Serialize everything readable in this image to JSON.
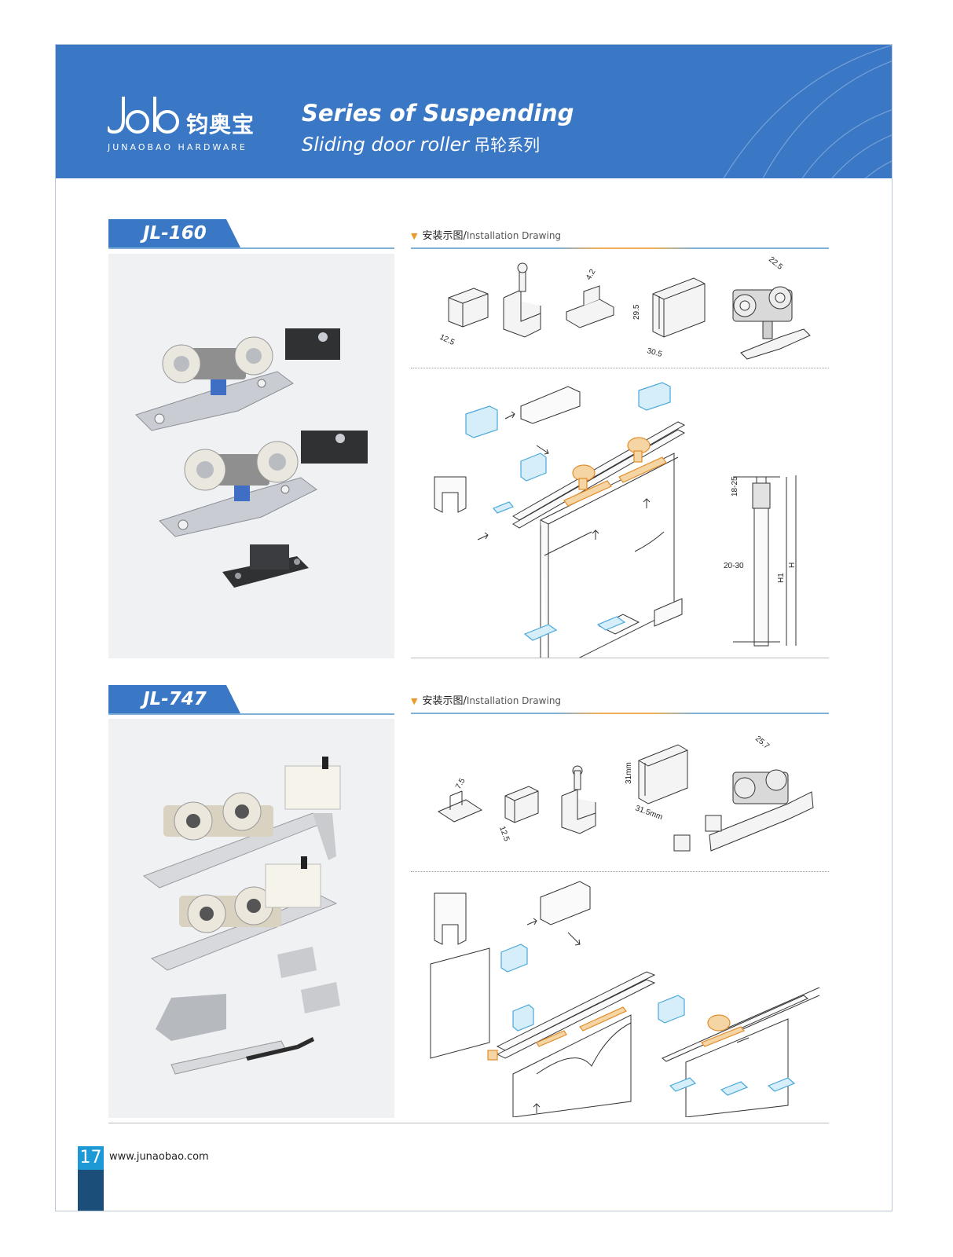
{
  "header": {
    "brand_cn": "钧奥宝",
    "brand_en": "JUNAOBAO HARDWARE",
    "title_line1": "Series of Suspending",
    "title_line2": "Sliding door roller",
    "title_line2_cn": "吊轮系列"
  },
  "products": [
    {
      "model": "JL-160",
      "drawing_heading_cn": "安装示图/",
      "drawing_heading_en": "Installation Drawing",
      "dimensions": {
        "bracket_width": "12.5",
        "plate_thickness": "4.2",
        "track_height": "29.5",
        "track_width": "30.5",
        "roller_width": "22.5",
        "top_gap": "18-25",
        "side_gap": "20-30",
        "h1": "H1",
        "h": "H"
      }
    },
    {
      "model": "JL-747",
      "drawing_heading_cn": "安装示图/",
      "drawing_heading_en": "Installation Drawing",
      "dimensions": {
        "guide_width": "7.5",
        "bracket_width": "12.5",
        "track_height": "31mm",
        "track_width": "31.5mm",
        "roller_width": "25.7"
      }
    }
  ],
  "footer": {
    "page_number": "17",
    "url": "www.junaobao.com"
  },
  "colors": {
    "brand_blue": "#3a77c4",
    "accent_orange": "#e89a2c",
    "part_blue": "#5bbbe3",
    "part_orange": "#e8a24a"
  }
}
